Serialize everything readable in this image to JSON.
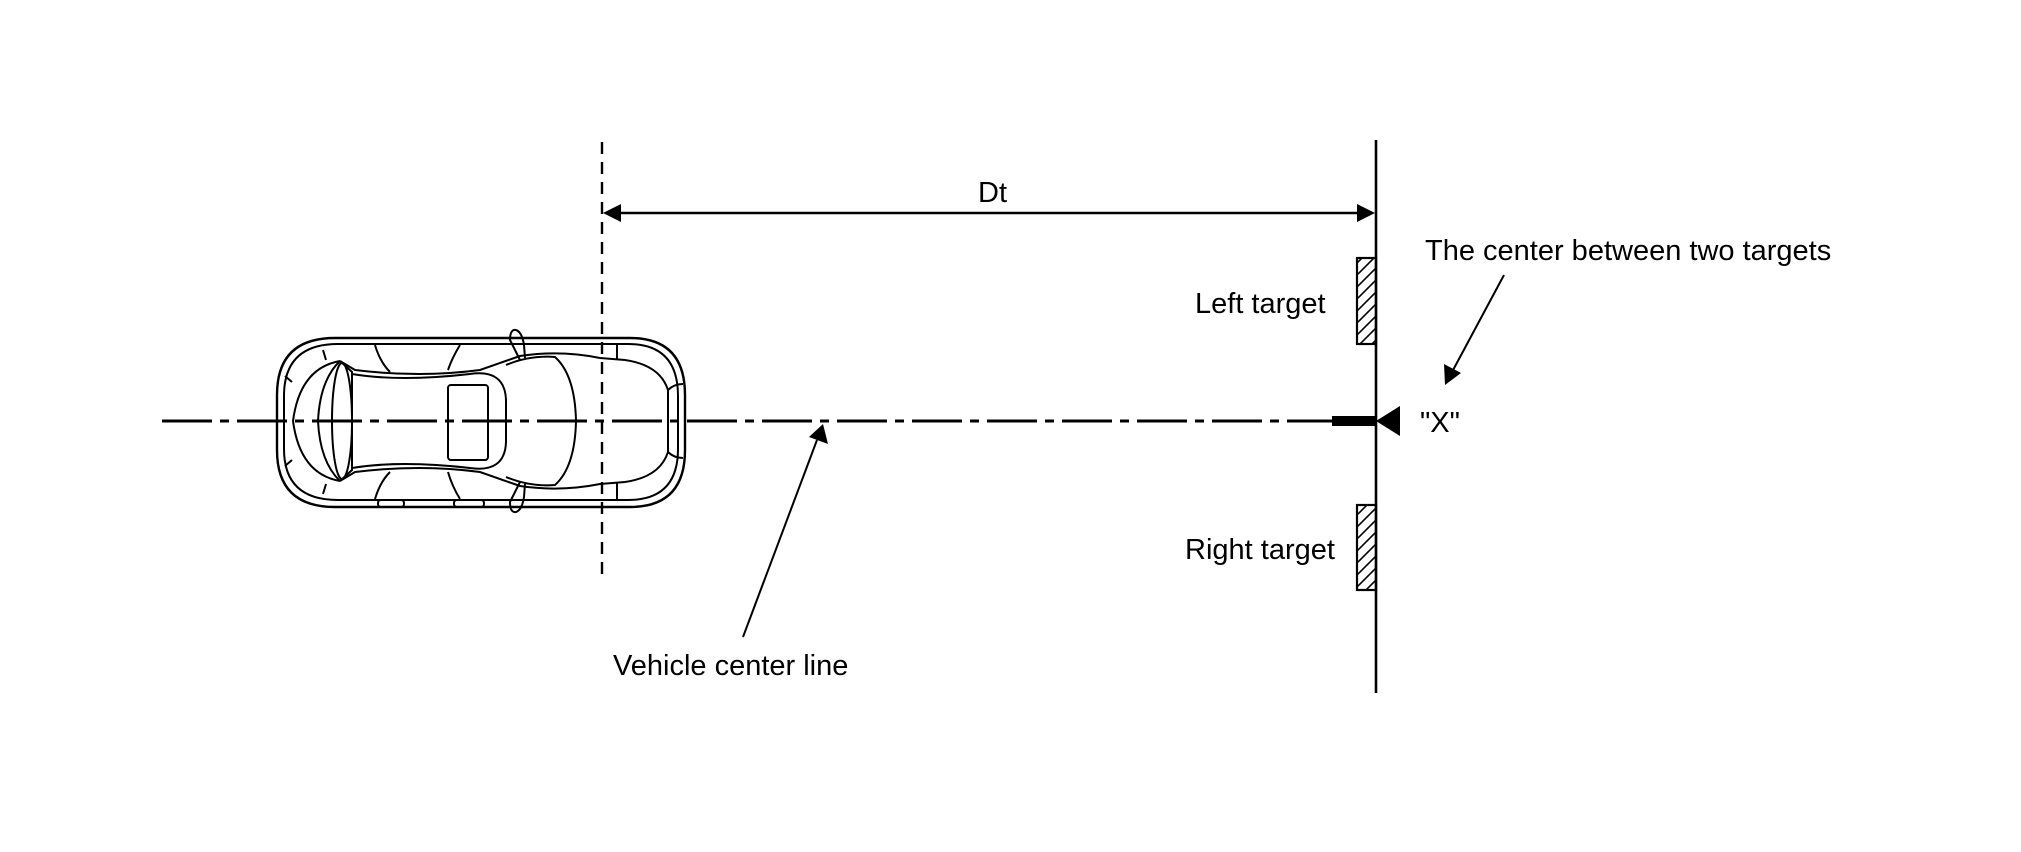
{
  "diagram": {
    "type": "vehicle camera/radar target alignment top view",
    "colors": {
      "line": "#000000",
      "background": "#ffffff"
    },
    "labels": {
      "distance": "Dt",
      "center_between_targets": "The center between two targets",
      "left_target": "Left target",
      "right_target": "Right target",
      "x_mark": "\"X\"",
      "vehicle_center_line": "Vehicle center line"
    },
    "elements": {
      "vehicle": "vehicle-top-view",
      "reference_line": "dashed-vertical-reference",
      "wall": "target-board-line",
      "targets": [
        "left-target",
        "right-target"
      ],
      "marker": "x-marker"
    }
  }
}
